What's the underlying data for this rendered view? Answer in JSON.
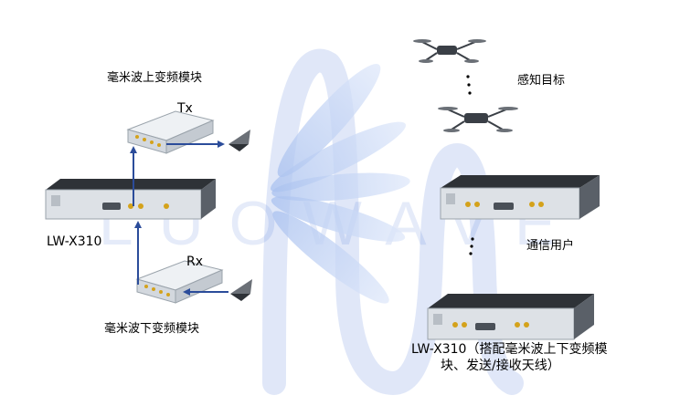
{
  "labels": {
    "mmwave_up_module": "毫米波上变频模块",
    "tx": "Tx",
    "mmwave_down_module": "毫米波下变频模块",
    "rx": "Rx",
    "lw_x310": "LW-X310",
    "sensing_target": "感知目标",
    "comm_user": "通信用户",
    "lw_x310_note_line1": "LW-X310（搭配毫米波上下变频模",
    "lw_x310_note_line2": "块、发送/接收天线）"
  },
  "watermark": {
    "text": "LUOWAVE",
    "color": "#2f5fd0"
  },
  "colors": {
    "arrow": "#2b4c9a",
    "beam": "#b9cdf2",
    "device_body": "#dde1e6",
    "device_top": "#2e3237"
  }
}
